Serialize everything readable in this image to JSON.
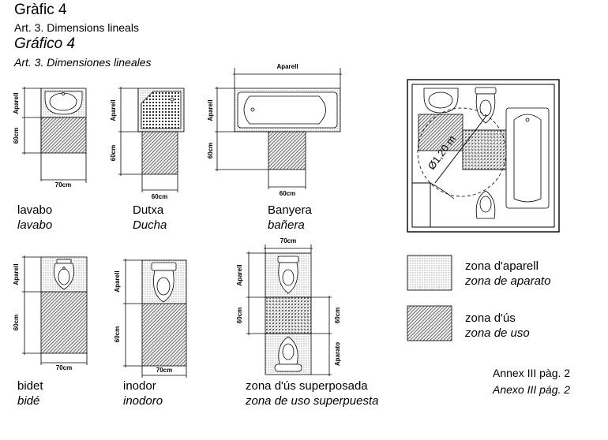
{
  "header": {
    "title_ca": "Gràfic 4",
    "subtitle_ca": "Art. 3. Dimensions lineals",
    "title_es": "Gráfico 4",
    "subtitle_es": "Art. 3. Dimensiones lineales"
  },
  "dims": {
    "aparell": "Aparell",
    "aparato": "Aparato",
    "d60": "60cm",
    "d70": "70cm",
    "diameter": "Ø1,20 m"
  },
  "fixtures": [
    {
      "ca": "lavabo",
      "es": "lavabo"
    },
    {
      "ca": "Dutxa",
      "es": "Ducha"
    },
    {
      "ca": "Banyera",
      "es": "bañera"
    },
    {
      "ca": "bidet",
      "es": "bidé"
    },
    {
      "ca": "inodor",
      "es": "inodoro"
    },
    {
      "ca": "zona d'ús superposada",
      "es": "zona de uso superpuesta"
    }
  ],
  "legend": {
    "aparell_ca": "zona d'aparell",
    "aparell_es": "zona de aparato",
    "us_ca": "zona d'ús",
    "us_es": "zona de uso"
  },
  "footer": {
    "annex_ca": "Annex III pàg. 2",
    "annex_es": "Anexo III pág. 2"
  },
  "colors": {
    "dots": "#555555",
    "hatch": "#333333",
    "line": "#000000"
  }
}
